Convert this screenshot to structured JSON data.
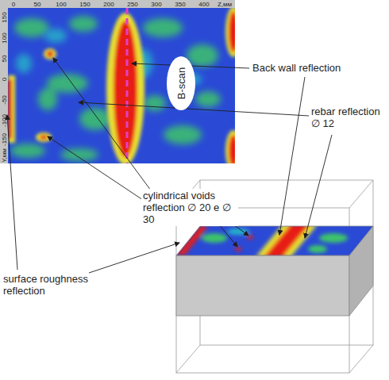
{
  "diagram": {
    "nodes": [
      {
        "text": [
          "B-scan"
        ]
      }
    ],
    "labels": [
      "0",
      "50",
      "100",
      "150",
      "200",
      "250",
      "300",
      "350",
      "400",
      "Z,мм",
      "150",
      "100",
      "50",
      "0",
      "-50",
      "-100",
      "-150",
      "Y,мм",
      "Back wall reflection",
      "rebar reflection ∅ 12",
      "cylindrical voids reflection ∅ 20 e ∅ 30",
      "surface roughness reflection"
    ]
  }
}
